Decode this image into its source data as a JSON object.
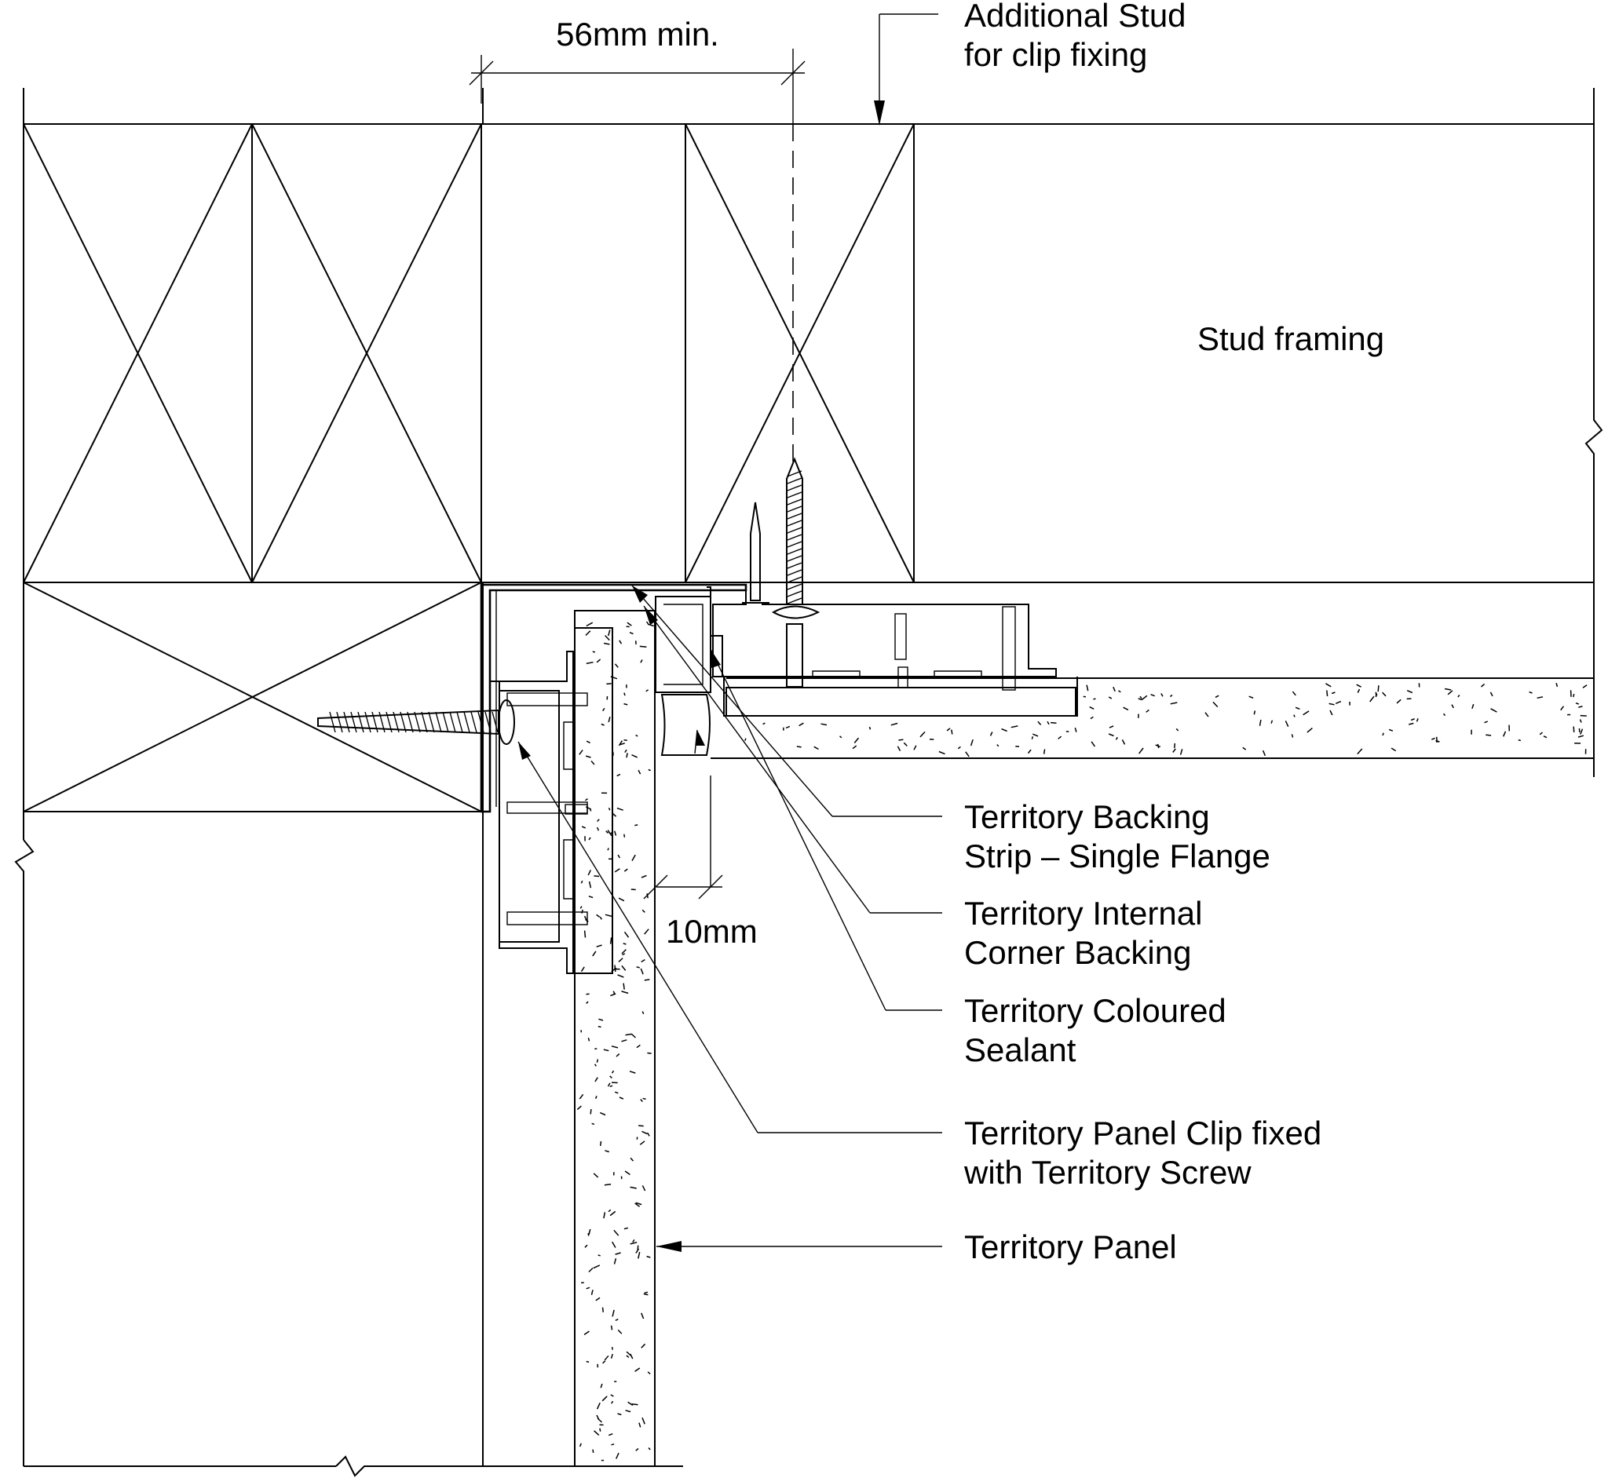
{
  "dimensions": {
    "stud_gap": "56mm min.",
    "sealant_gap": "10mm"
  },
  "labels": {
    "additional_stud": [
      "Additional Stud",
      "for clip fixing"
    ],
    "stud_framing": "Stud framing",
    "backing_strip": [
      "Territory Backing",
      "Strip – Single Flange"
    ],
    "internal_corner": [
      "Territory Internal",
      "Corner Backing"
    ],
    "sealant": [
      "Territory Coloured",
      "Sealant"
    ],
    "panel_clip": [
      "Territory Panel Clip fixed",
      "with Territory Screw"
    ],
    "panel": "Territory Panel"
  }
}
